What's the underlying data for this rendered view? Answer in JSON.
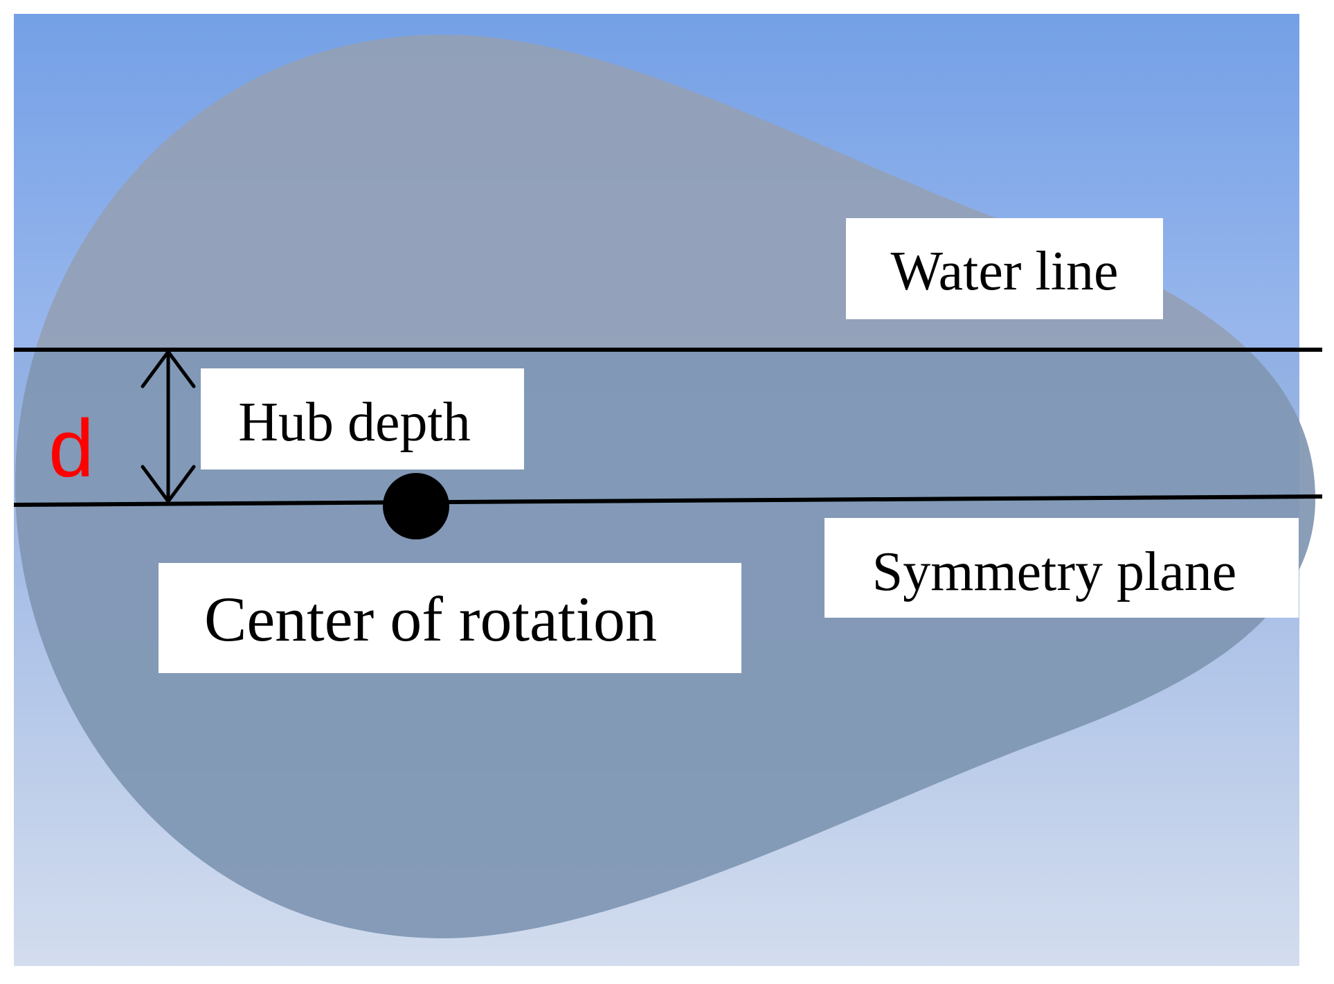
{
  "diagram": {
    "labels": {
      "water_line": "Water line",
      "hub_depth": "Hub depth",
      "symmetry_plane": "Symmetry plane",
      "center_of_rotation": "Center of rotation",
      "depth_symbol": "d"
    },
    "colors": {
      "sky_top": "#74a0e6",
      "sky_bottom": "#e9eef9",
      "hull_fill": "#8e9fb6",
      "hull_submerged_overlay": "#5f86ad",
      "line": "#000000",
      "label_box": "#ffffff",
      "depth_symbol": "#ff0000"
    }
  }
}
